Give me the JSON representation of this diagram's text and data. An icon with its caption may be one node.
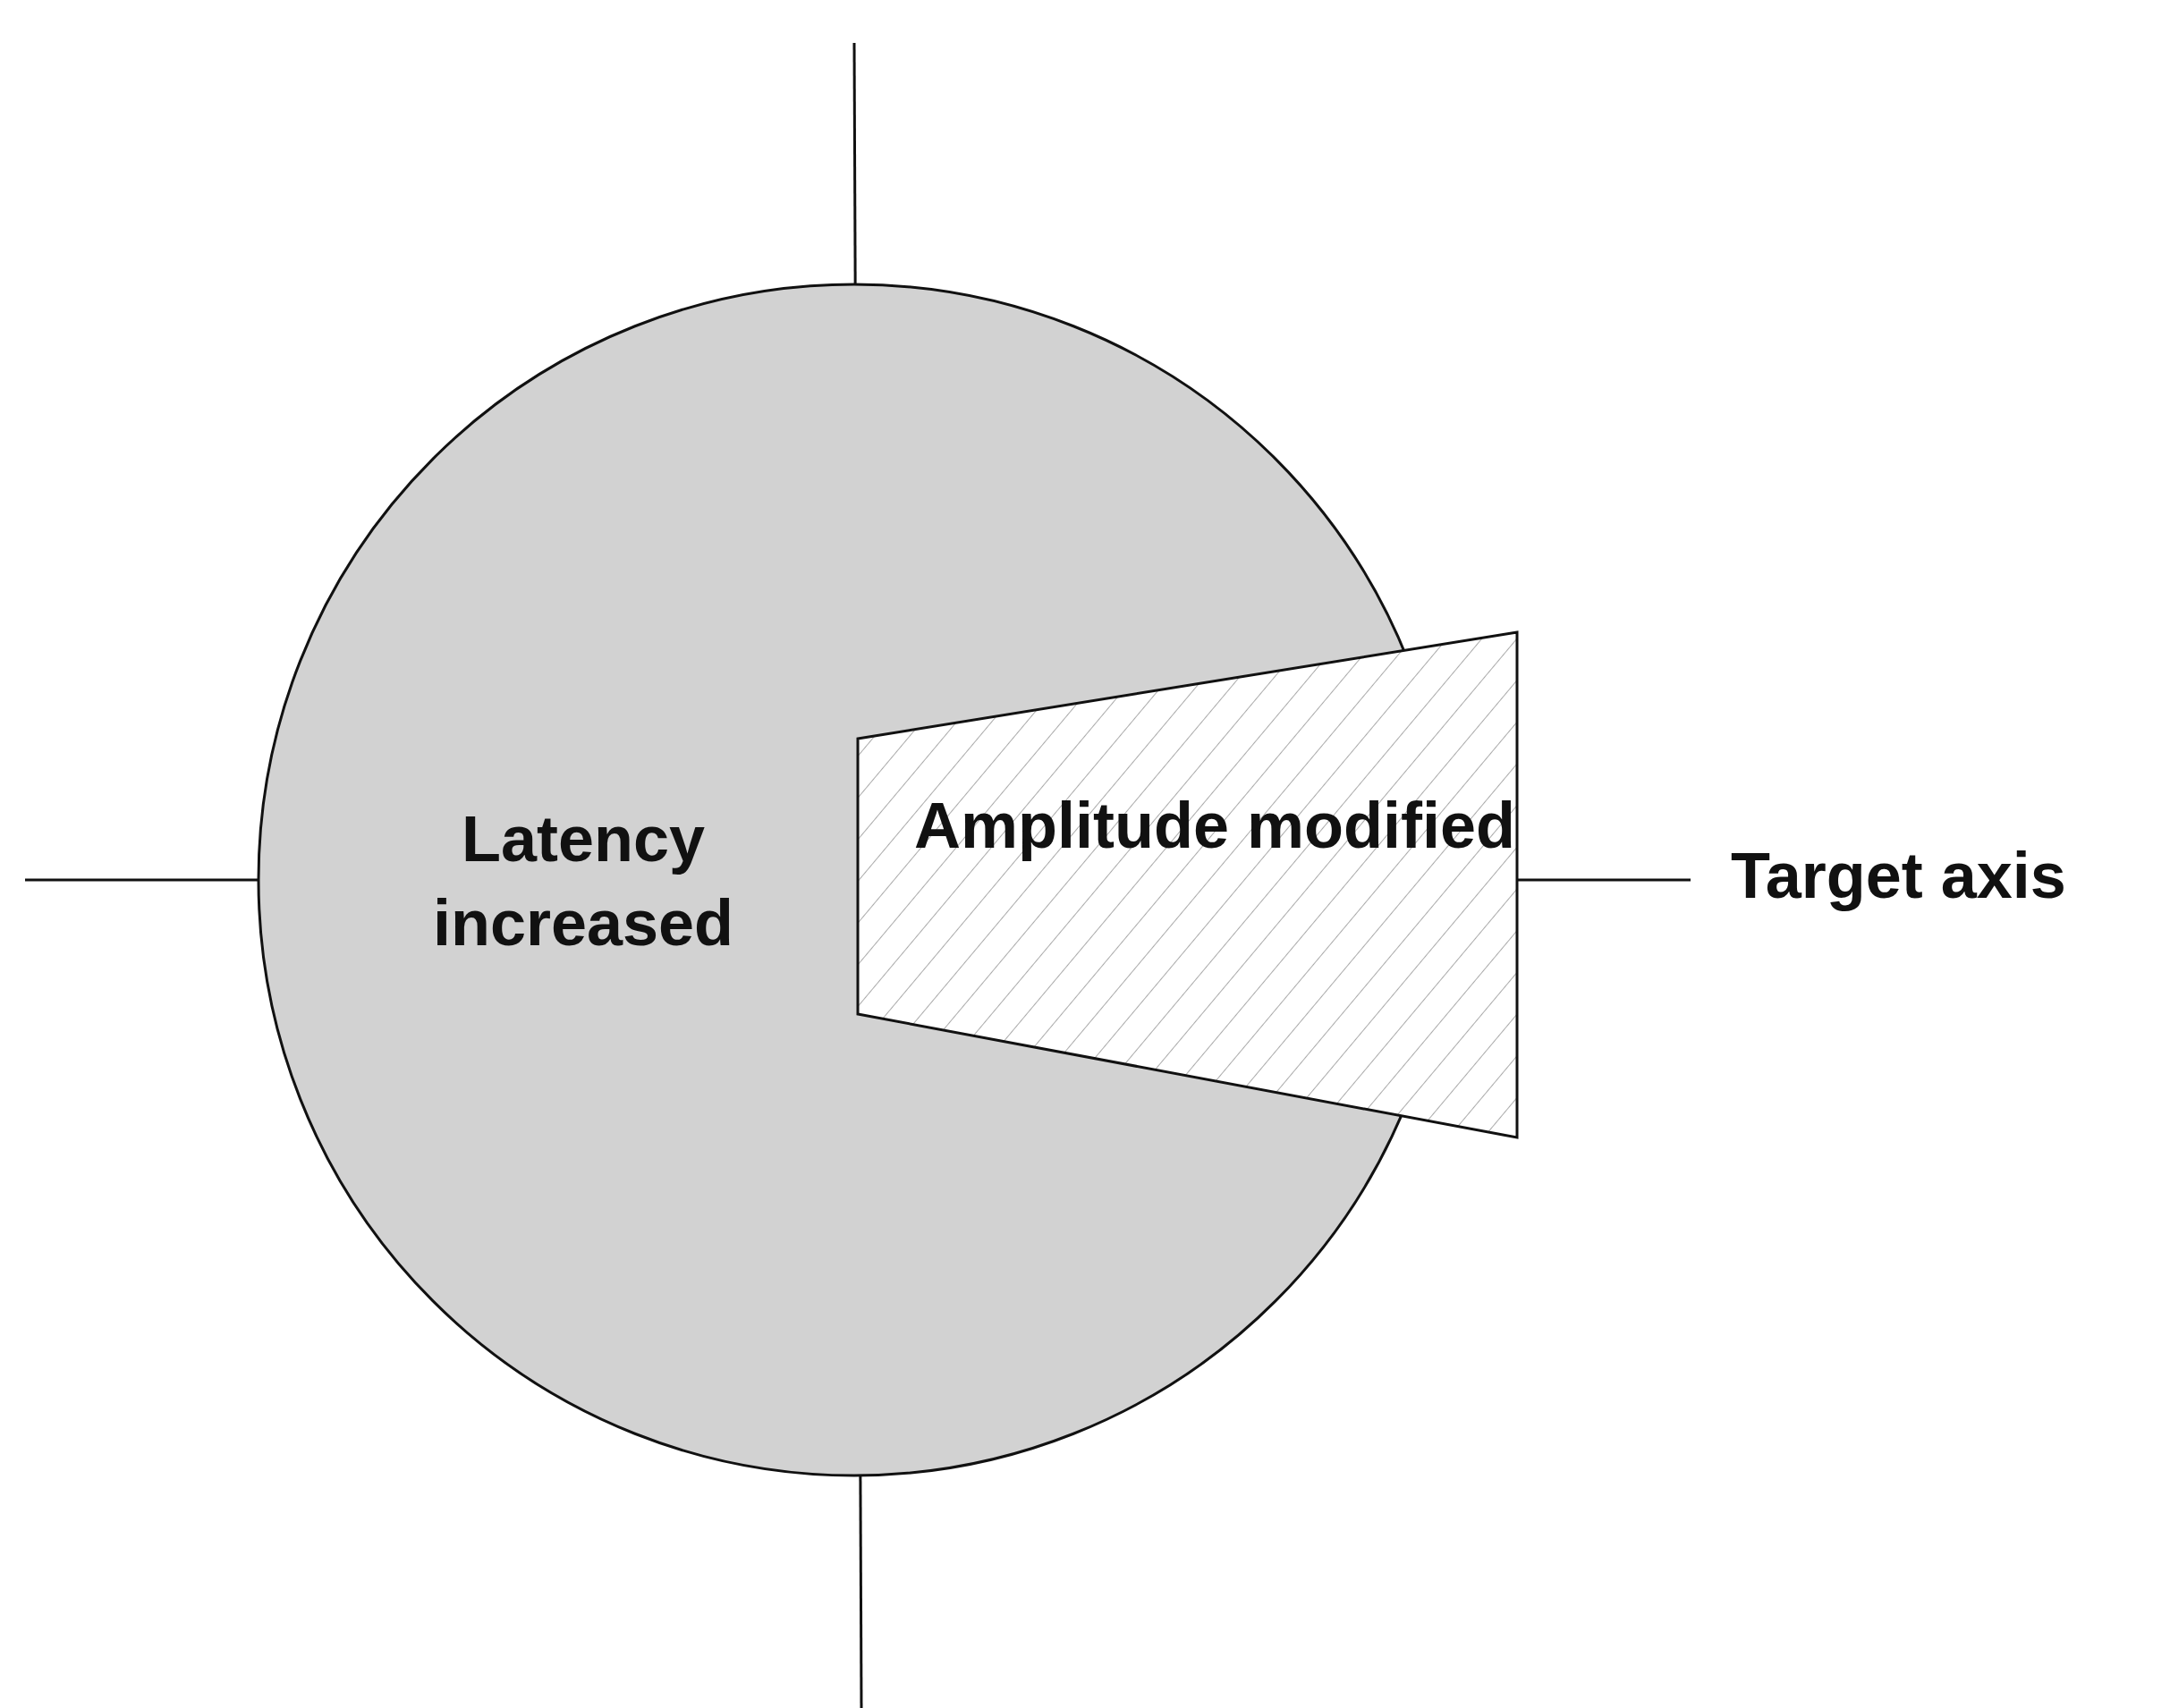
{
  "diagram": {
    "nodes": [
      {
        "text": [
          "Latency increased"
        ]
      },
      {
        "text": [
          "Amplitude modified"
        ]
      }
    ],
    "edges": [],
    "labels": [
      "Target axis"
    ]
  }
}
